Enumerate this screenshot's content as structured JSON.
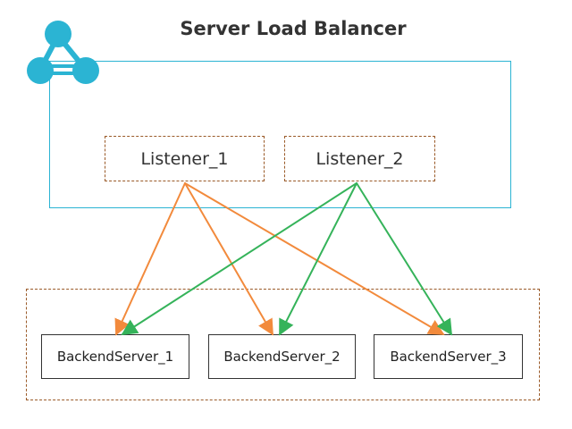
{
  "diagram": {
    "title": "Server Load Balancer",
    "listeners": [
      {
        "label": "Listener_1"
      },
      {
        "label": "Listener_2"
      }
    ],
    "backends": [
      {
        "label": "BackendServer_1"
      },
      {
        "label": "BackendServer_2"
      },
      {
        "label": "BackendServer_3"
      }
    ],
    "connections": [
      {
        "from": "Listener_1",
        "to": "BackendServer_1",
        "color": "#f28a3c"
      },
      {
        "from": "Listener_1",
        "to": "BackendServer_2",
        "color": "#f28a3c"
      },
      {
        "from": "Listener_1",
        "to": "BackendServer_3",
        "color": "#f28a3c"
      },
      {
        "from": "Listener_2",
        "to": "BackendServer_1",
        "color": "#35b35a"
      },
      {
        "from": "Listener_2",
        "to": "BackendServer_2",
        "color": "#35b35a"
      },
      {
        "from": "Listener_2",
        "to": "BackendServer_3",
        "color": "#35b35a"
      }
    ],
    "colors": {
      "slb_border": "#2bb4d3",
      "dashed_border": "#9a5a28",
      "listener1_arrows": "#f28a3c",
      "listener2_arrows": "#35b35a",
      "network_icon": "#2bb4d3"
    },
    "icon": "network-topology-icon"
  }
}
